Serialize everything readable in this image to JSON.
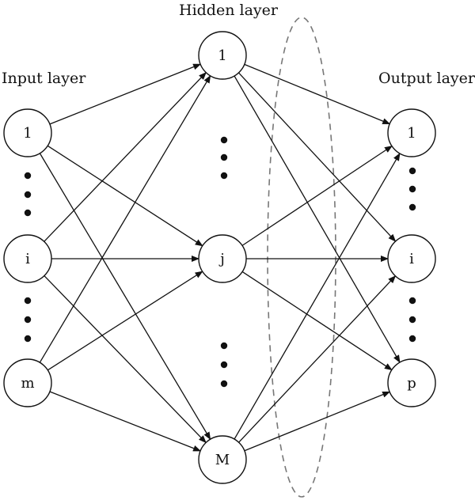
{
  "layers": {
    "input_label": "Input layer",
    "hidden_label": "Hidden layer",
    "output_label": "Output layer"
  },
  "nodes": {
    "input": [
      "1",
      "i",
      "m"
    ],
    "hidden": [
      "1",
      "j",
      "M"
    ],
    "output": [
      "1",
      "i",
      "p"
    ]
  }
}
